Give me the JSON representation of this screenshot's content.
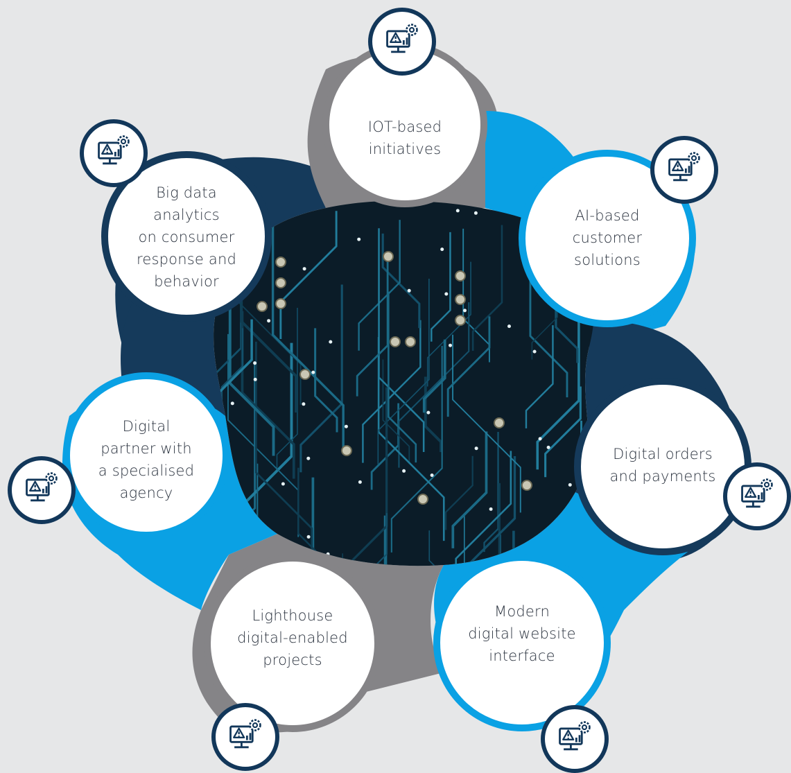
{
  "colors": {
    "background": "#e6e7e8",
    "navy": "#153a5b",
    "sky": "#0aa1e4",
    "gray": "#858487",
    "circle_fill": "#ffffff",
    "icon_ring": "#12375a",
    "text": "#2c3440"
  },
  "center": {
    "image": "circuit-board-photo"
  },
  "nodes": [
    {
      "id": "iot",
      "lines": [
        "IOT-based",
        "initiatives"
      ],
      "ring_color": "gray",
      "icon": "monitor-alert-gear-icon"
    },
    {
      "id": "ai",
      "lines": [
        "AI-based",
        "customer",
        "solutions"
      ],
      "ring_color": "sky",
      "icon": "monitor-alert-gear-icon"
    },
    {
      "id": "orders",
      "lines": [
        "Digital orders",
        "and payments"
      ],
      "ring_color": "navy",
      "icon": "monitor-alert-gear-icon"
    },
    {
      "id": "website",
      "lines": [
        "Modern",
        "digital website",
        "interface"
      ],
      "ring_color": "sky",
      "icon": "monitor-alert-gear-icon"
    },
    {
      "id": "lighthouse",
      "lines": [
        "Lighthouse",
        "digital-enabled",
        "projects"
      ],
      "ring_color": "gray",
      "icon": "monitor-alert-gear-icon"
    },
    {
      "id": "partner",
      "lines": [
        "Digital",
        "partner with",
        "a specialised",
        "agency"
      ],
      "ring_color": "sky",
      "icon": "monitor-alert-gear-icon"
    },
    {
      "id": "bigdata",
      "lines": [
        "Big data",
        "analytics",
        "on consumer",
        "response and",
        "behavior"
      ],
      "ring_color": "navy",
      "icon": "monitor-alert-gear-icon"
    }
  ]
}
